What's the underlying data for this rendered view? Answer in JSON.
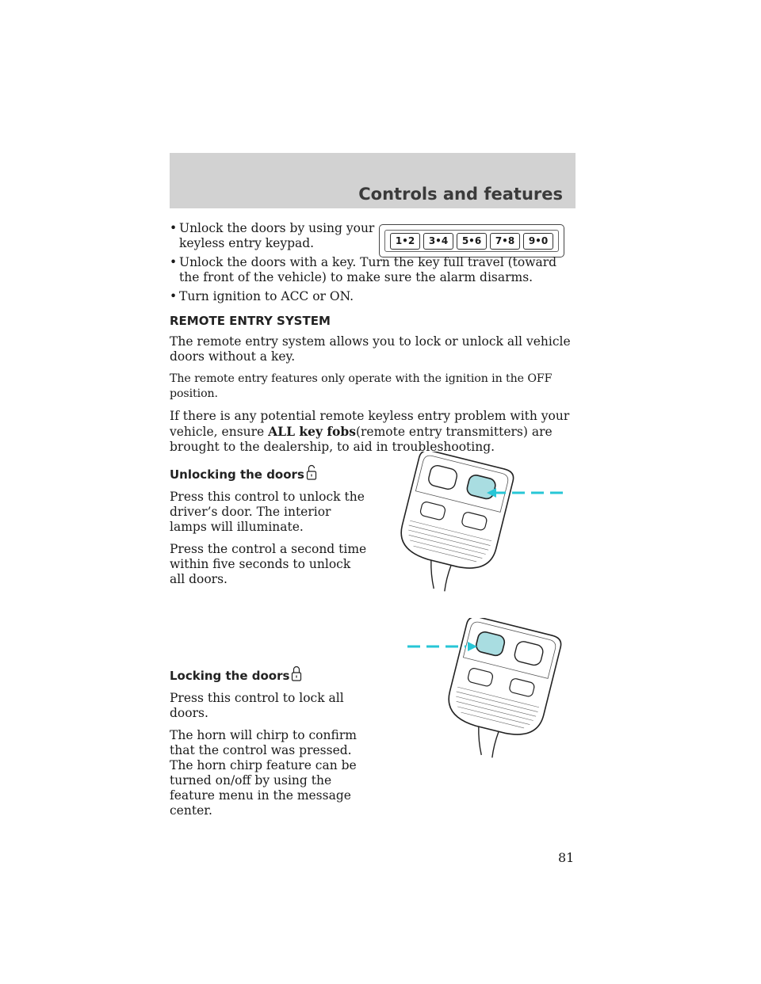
{
  "header": {
    "section_title": "Controls and features"
  },
  "intro_bullets": [
    "Unlock the doors by using your keyless entry keypad.",
    "Unlock the doors with a key. Turn the key full travel (toward the front of the vehicle) to make sure the alarm disarms.",
    "Turn ignition to ACC or ON."
  ],
  "keypad": {
    "keys": [
      "1•2",
      "3•4",
      "5•6",
      "7•8",
      "9•0"
    ]
  },
  "remote": {
    "heading": "REMOTE ENTRY SYSTEM",
    "p1": "The remote entry system allows you to lock or unlock all vehicle doors without a key.",
    "p2": "The remote entry features only operate with the ignition in the OFF position.",
    "p3_pre": "If there is any potential remote keyless entry problem with your vehicle, ensure ",
    "p3_bold": "ALL key fobs",
    "p3_post": "(remote entry transmitters) are brought to the dealership, to aid in troubleshooting."
  },
  "unlocking": {
    "heading": "Unlocking the doors",
    "icon": "unlock-icon",
    "p1": "Press this control to unlock the driver’s door. The interior lamps will illuminate.",
    "p2": "Press the control a second time within five seconds to unlock all doors."
  },
  "locking": {
    "heading": "Locking the doors",
    "icon": "lock-icon",
    "p1": "Press this control to lock all doors.",
    "p2": "The horn will chirp to confirm that the control was pressed. The horn chirp feature can be turned on/off by using the feature menu in the message center."
  },
  "colors": {
    "highlight": "#a9dde1",
    "arrow": "#27c6d6",
    "header_band": "#d2d2d2"
  },
  "page_number": "81"
}
